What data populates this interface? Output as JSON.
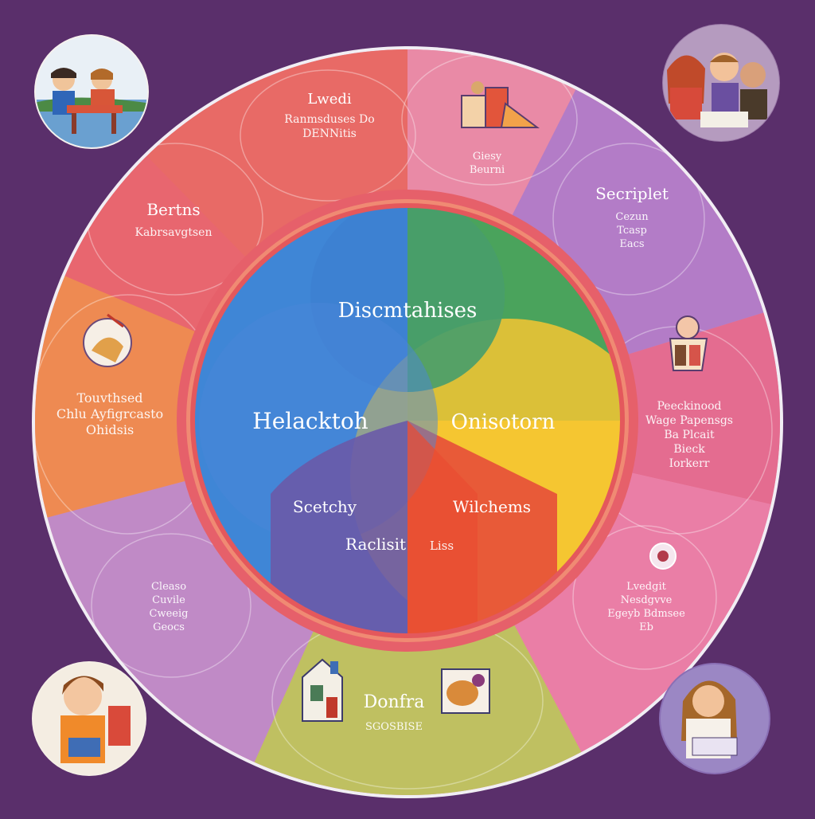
{
  "colors": {
    "background": "#5a2f6b",
    "rim": "#f1eef4",
    "ring_red": "#e86a66",
    "ring_pink": "#e98aa6",
    "ring_purple": "#b37cc7",
    "ring_pink_right": "#e46c90",
    "ring_pink_lower_right": "#ea7ea6",
    "ring_olive": "#bfc061",
    "ring_lilac": "#c08ac6",
    "ring_orange": "#ee8a52",
    "center_blue": "#3f86d6",
    "center_green": "#4aa35c",
    "center_yellow": "#f4c531",
    "center_red": "#e85a38",
    "center_purple": "#6a5aa9",
    "center_border": "#e4585c"
  },
  "center": {
    "top_label": "Discmtahises",
    "left_label": "Helacktoh",
    "right_label": "Onisotorn",
    "lower_left_label": "Scetchy",
    "lower_right_label": "Wilchems",
    "bottom_label": "Raclisit",
    "bottom_small_label": "Liss"
  },
  "segments": [
    {
      "title": "Lwedi",
      "lines": [
        "Ranmsduses Do",
        "DENNitis"
      ]
    },
    {
      "title": "",
      "lines": [
        "Giesy",
        "Beurni"
      ]
    },
    {
      "title": "Secriplet",
      "lines": [
        "Cezun",
        "Tcasp",
        "Eacs"
      ]
    },
    {
      "title": "",
      "lines": [
        "Peeckinood",
        "Wage Papensgs",
        "Ba Plcait",
        "Bieck",
        "Iorkerr"
      ]
    },
    {
      "title": "",
      "lines": [
        "Lvedgit",
        "Nesdgvve",
        "Egeyb Bdmsee",
        "Eb"
      ]
    },
    {
      "title": "Donfra",
      "lines": [
        "SGOSBISE"
      ]
    },
    {
      "title": "",
      "lines": [
        "Cleaso",
        "Cuvile",
        "Cweeig",
        "Geocs"
      ]
    },
    {
      "title": "",
      "lines": [
        "Touvthsed",
        "Chlu Ayfigrcasto",
        "Ohidsis"
      ]
    },
    {
      "title": "Bertns",
      "lines": [
        "Kabrsavgtsen"
      ]
    }
  ],
  "icons": [
    "family-eating-icon",
    "kids-talking-icon",
    "boy-playing-icon",
    "girl-reading-icon",
    "kitchen-items-icon",
    "toy-figure-icon",
    "bread-icon",
    "dolls-icon",
    "house-toy-icon",
    "food-box-icon",
    "bird-toy-icon"
  ]
}
